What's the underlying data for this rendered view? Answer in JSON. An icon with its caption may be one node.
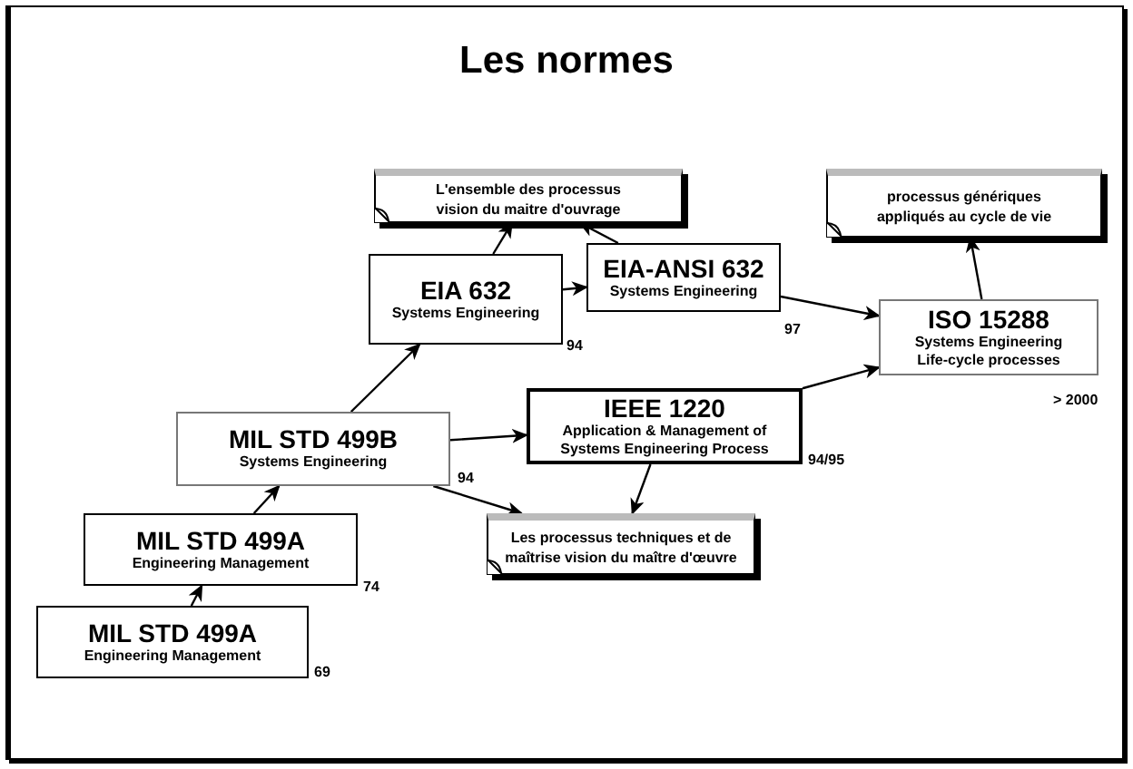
{
  "diagram": {
    "title": "Les normes",
    "nodes": [
      {
        "text": [
          "L'ensemble des processus vision du maitre d'ouvrage"
        ]
      },
      {
        "text": [
          "processus génériques appliqués au cycle de vie"
        ]
      },
      {
        "text": [
          "EIA 632",
          "Systems Engineering"
        ],
        "beside": [
          "94"
        ]
      },
      {
        "text": [
          "EIA-ANSI 632",
          "Systems Engineering"
        ],
        "beside": [
          "97"
        ]
      },
      {
        "text": [
          "ISO 15288",
          "Systems Engineering Life-cycle processes"
        ],
        "beside": [
          "> 2000"
        ]
      },
      {
        "text": [
          "MIL STD 499B",
          "Systems Engineering"
        ],
        "beside": [
          "94"
        ]
      },
      {
        "text": [
          "IEEE 1220",
          "Application & Management of Systems Engineering Process"
        ],
        "beside": [
          "94/95"
        ]
      },
      {
        "text": [
          "Les processus techniques et de maîtrise vision du maître d'œuvre"
        ]
      },
      {
        "text": [
          "MIL STD 499A",
          "Engineering Management"
        ],
        "beside": [
          "74"
        ]
      },
      {
        "text": [
          "MIL STD 499A",
          "Engineering Management"
        ],
        "beside": [
          "69"
        ]
      }
    ],
    "edges": [
      {
        "from": 9,
        "to": 8,
        "arrow": "to"
      },
      {
        "from": 8,
        "to": 5,
        "arrow": "to"
      },
      {
        "from": 5,
        "to": 2,
        "arrow": "to"
      },
      {
        "from": 5,
        "to": 6,
        "arrow": "to"
      },
      {
        "from": 5,
        "to": 7,
        "arrow": "to"
      },
      {
        "from": 2,
        "to": 0,
        "arrow": "to"
      },
      {
        "from": 2,
        "to": 3,
        "arrow": "to"
      },
      {
        "from": 3,
        "to": 0,
        "arrow": "to"
      },
      {
        "from": 3,
        "to": 4,
        "arrow": "to"
      },
      {
        "from": 6,
        "to": 4,
        "arrow": "to"
      },
      {
        "from": 6,
        "to": 7,
        "arrow": "to"
      },
      {
        "from": 4,
        "to": 1,
        "arrow": "to"
      }
    ]
  }
}
